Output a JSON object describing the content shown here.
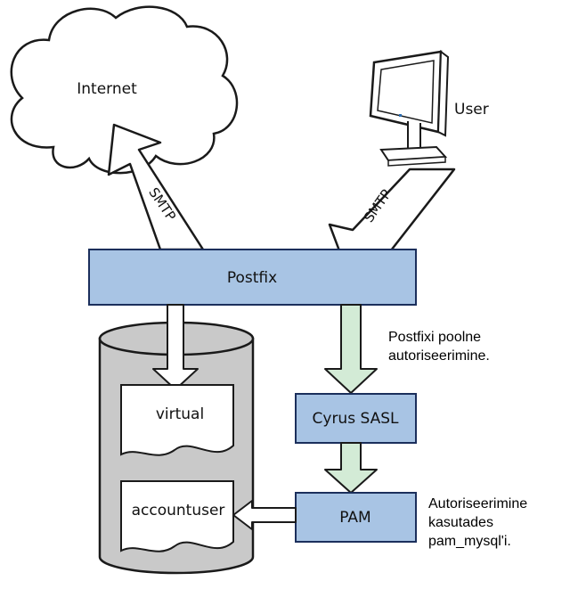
{
  "nodes": {
    "internet": "Internet",
    "user": "User",
    "postfix": "Postfix",
    "cyrus_sasl": "Cyrus SASL",
    "pam": "PAM",
    "virtual": "virtual",
    "accountuser": "accountuser"
  },
  "edges": {
    "smtp_out": "SMTP",
    "smtp_in": "SMTP"
  },
  "notes": {
    "postfix_auth": [
      "Postfixi poolne",
      "autoriseerimine."
    ],
    "pam_auth": [
      "Autoriseerimine",
      "kasutades",
      "pam_mysql'i."
    ]
  },
  "colors": {
    "box_fill": "#a8c4e4",
    "box_stroke": "#1b2f5c",
    "green_arrow": "#d3ebd6",
    "cylinder": "#c9c9c9"
  }
}
